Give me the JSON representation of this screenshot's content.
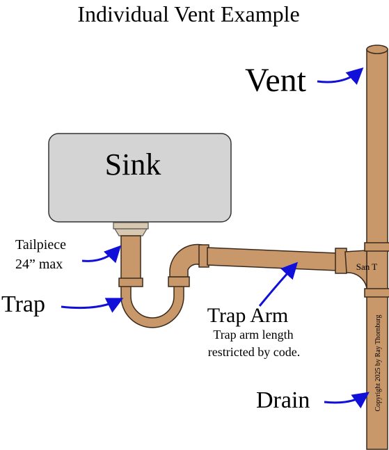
{
  "title": "Individual Vent Example",
  "labels": {
    "vent": "Vent",
    "sink": "Sink",
    "tailpiece": "Tailpiece",
    "tailpiece_max": "24” max",
    "trap": "Trap",
    "trap_arm": "Trap Arm",
    "trap_arm_note_1": "Trap arm length",
    "trap_arm_note_2": "restricted by code.",
    "san_t": "San T",
    "drain": "Drain",
    "copyright": "Copyright 2025 by Ray Thornburg"
  },
  "colors": {
    "pipe": "#c8976a",
    "pipe_stroke": "#3a2a1c",
    "sink_fill": "#d4d4d4",
    "strainer": "#d8c8b0",
    "arrow": "#1010d8",
    "text": "#000000"
  },
  "icons": [
    "curved-arrow-icon"
  ]
}
